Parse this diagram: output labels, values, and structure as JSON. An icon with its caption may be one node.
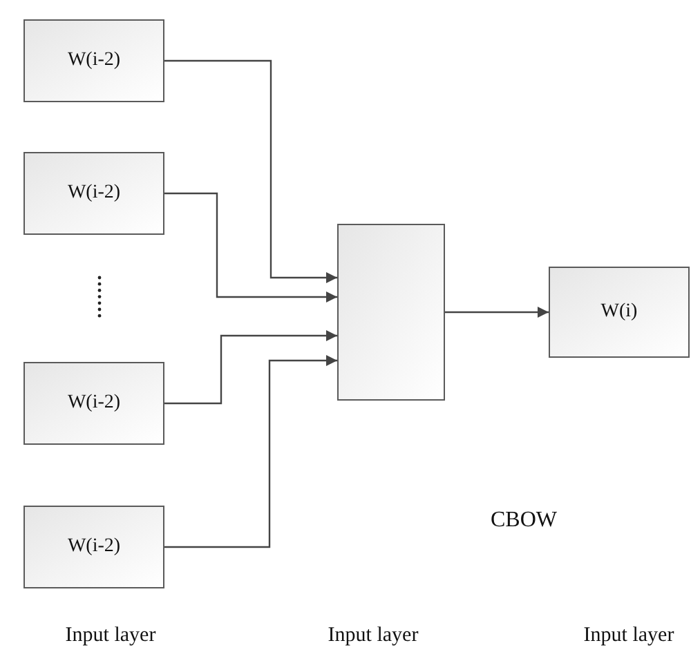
{
  "diagram": {
    "nodes": [
      {
        "text": [
          "W(i-2)"
        ]
      },
      {
        "text": [
          "W(i-2)"
        ]
      },
      {
        "text": [
          "W(i-2)"
        ]
      },
      {
        "text": [
          "W(i-2)"
        ]
      },
      {
        "text": [],
        "shape": "box"
      },
      {
        "text": [
          "W(i)"
        ]
      }
    ],
    "edges": [
      {
        "from": 0,
        "to": 4,
        "arrow": "to"
      },
      {
        "from": 1,
        "to": 4,
        "arrow": "to"
      },
      {
        "from": 2,
        "to": 4,
        "arrow": "to"
      },
      {
        "from": 3,
        "to": 4,
        "arrow": "to"
      },
      {
        "from": 4,
        "to": 5,
        "arrow": "to"
      }
    ],
    "labels": [
      "CBOW",
      "Input layer",
      "Input layer",
      "Input layer"
    ]
  }
}
